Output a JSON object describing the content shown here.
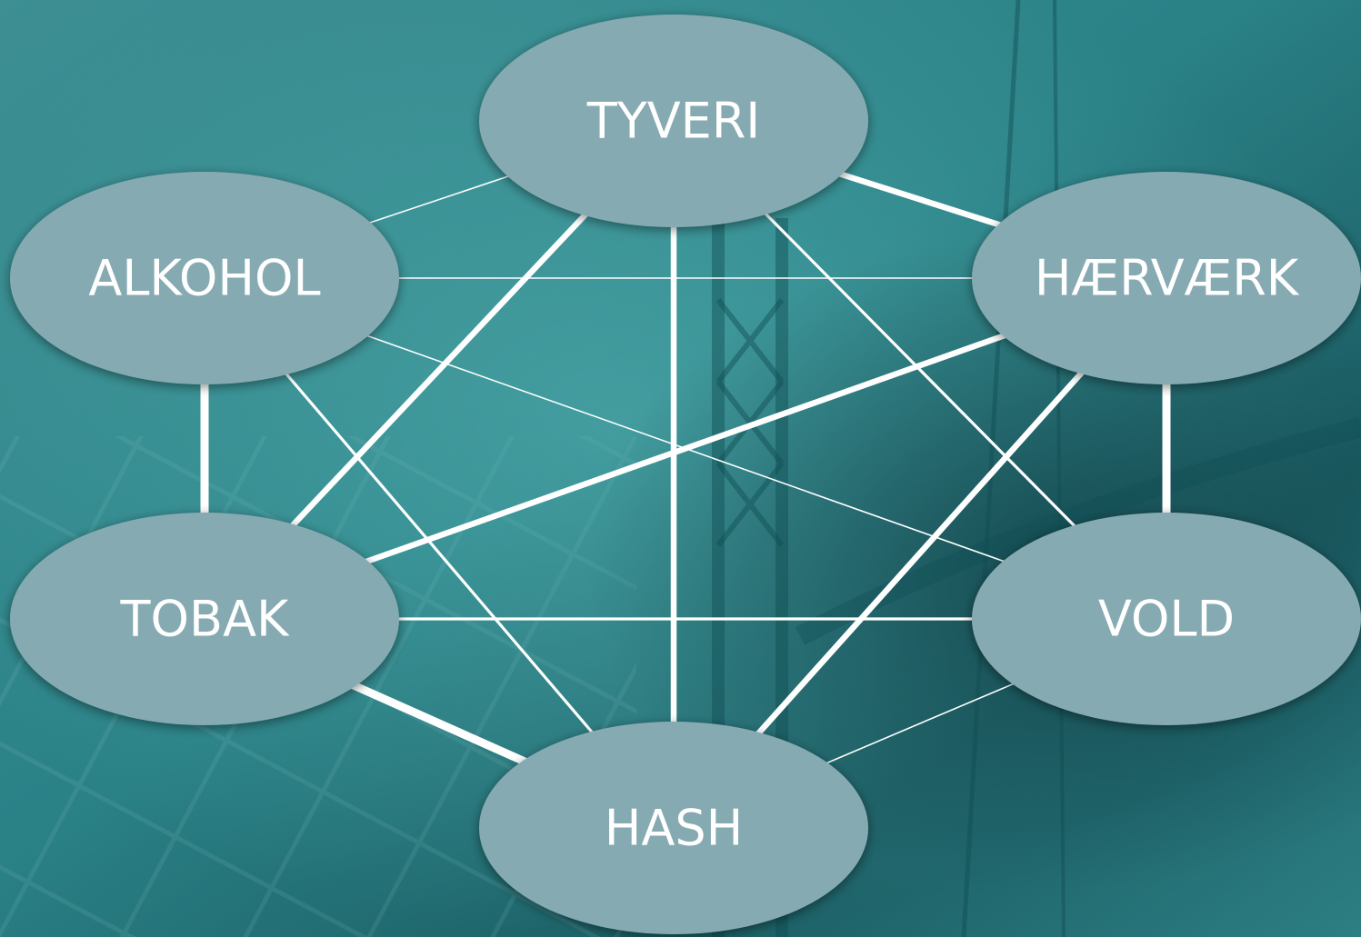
{
  "diagram": {
    "type": "network",
    "colors": {
      "background_light": "#2f8a8c",
      "background_dark": "#0f4b52",
      "node_fill": "#86aab2",
      "edge": "#ffffff",
      "label": "#ffffff"
    },
    "nodes": [
      {
        "id": "tyveri",
        "label": "TYVERI"
      },
      {
        "id": "alkohol",
        "label": "ALKOHOL"
      },
      {
        "id": "haervaerk",
        "label": "HÆRVÆRK"
      },
      {
        "id": "tobak",
        "label": "TOBAK"
      },
      {
        "id": "vold",
        "label": "VOLD"
      },
      {
        "id": "hash",
        "label": "HASH"
      }
    ],
    "edges": [
      {
        "from": "tyveri",
        "to": "alkohol",
        "weight": 1
      },
      {
        "from": "tyveri",
        "to": "haervaerk",
        "weight": 3
      },
      {
        "from": "tyveri",
        "to": "tobak",
        "weight": 3
      },
      {
        "from": "tyveri",
        "to": "hash",
        "weight": 3
      },
      {
        "from": "tyveri",
        "to": "vold",
        "weight": 2
      },
      {
        "from": "alkohol",
        "to": "haervaerk",
        "weight": 1
      },
      {
        "from": "alkohol",
        "to": "tobak",
        "weight": 4
      },
      {
        "from": "alkohol",
        "to": "vold",
        "weight": 1
      },
      {
        "from": "alkohol",
        "to": "hash",
        "weight": 2
      },
      {
        "from": "haervaerk",
        "to": "tobak",
        "weight": 3
      },
      {
        "from": "haervaerk",
        "to": "vold",
        "weight": 4
      },
      {
        "from": "haervaerk",
        "to": "hash",
        "weight": 3
      },
      {
        "from": "tobak",
        "to": "vold",
        "weight": 2
      },
      {
        "from": "tobak",
        "to": "hash",
        "weight": 4
      },
      {
        "from": "vold",
        "to": "hash",
        "weight": 1
      }
    ]
  }
}
